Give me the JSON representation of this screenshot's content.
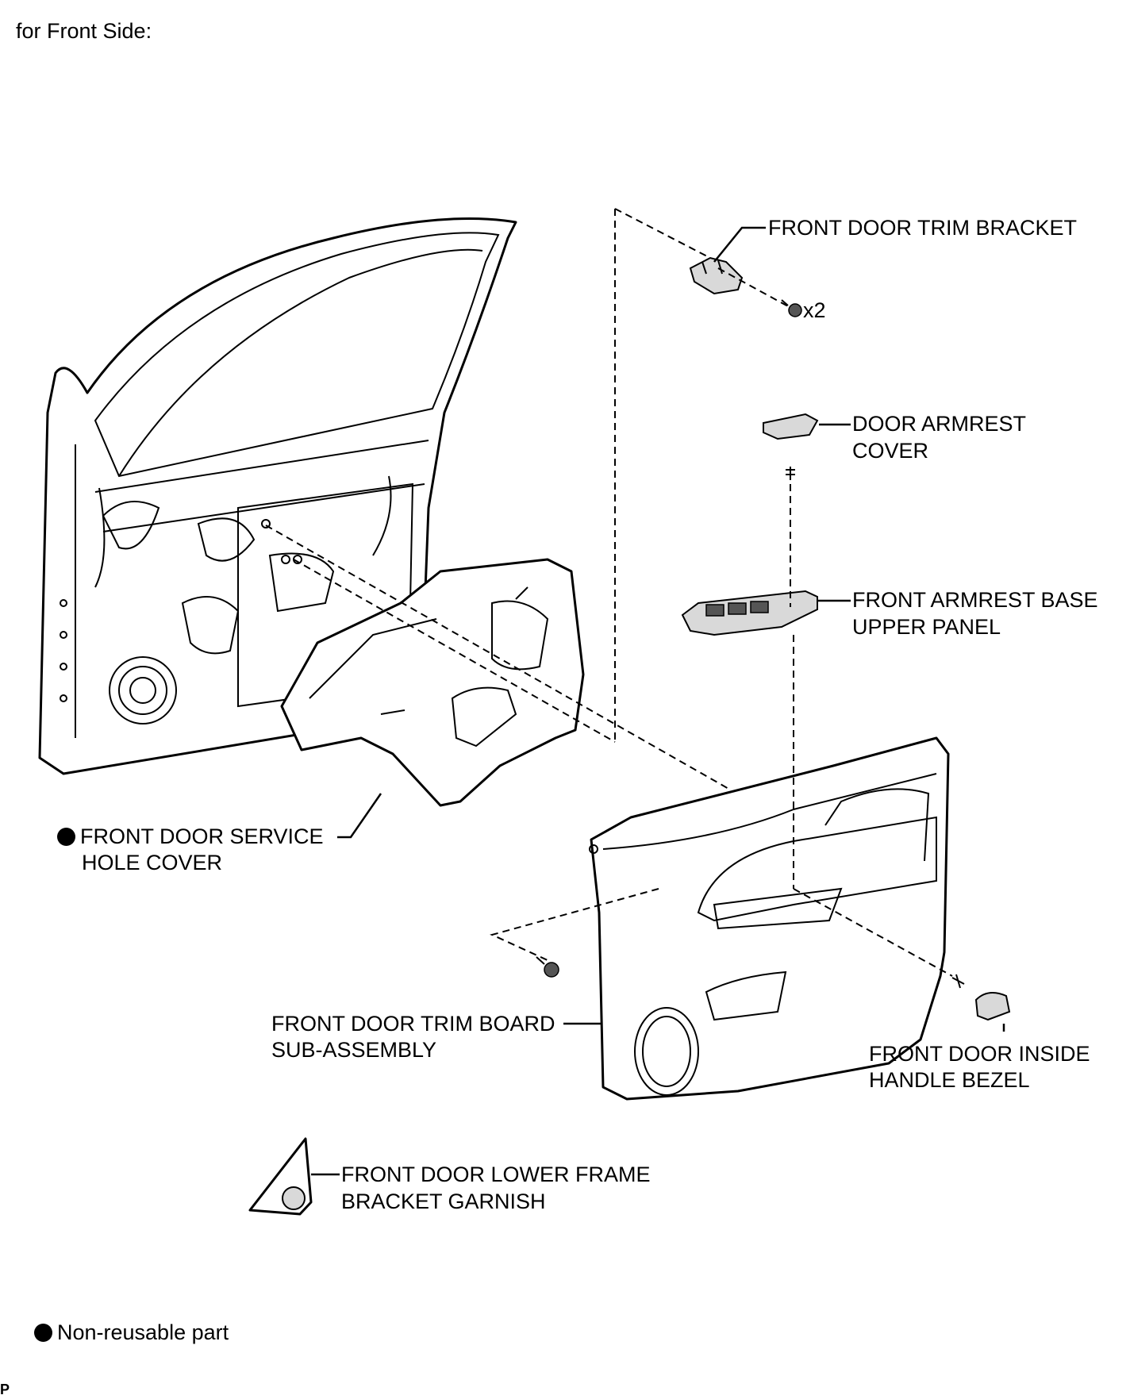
{
  "header": {
    "title": "for Front Side:"
  },
  "labels": {
    "trim_bracket": "FRONT DOOR TRIM BRACKET",
    "qty_x2": "x2",
    "armrest_cover_l1": "DOOR ARMREST",
    "armrest_cover_l2": "COVER",
    "armrest_base_l1": "FRONT ARMREST BASE",
    "armrest_base_l2": "UPPER PANEL",
    "service_hole_l1": "FRONT DOOR SERVICE",
    "service_hole_l2": "HOLE COVER",
    "trim_board_l1": "FRONT DOOR TRIM BOARD",
    "trim_board_l2": "SUB-ASSEMBLY",
    "handle_bezel_l1": "FRONT DOOR INSIDE",
    "handle_bezel_l2": "HANDLE BEZEL",
    "garnish_l1": "FRONT DOOR LOWER FRAME",
    "garnish_l2": "BRACKET GARNISH"
  },
  "legend": {
    "non_reusable": "Non-reusable part"
  },
  "footer": {
    "code": "P"
  }
}
